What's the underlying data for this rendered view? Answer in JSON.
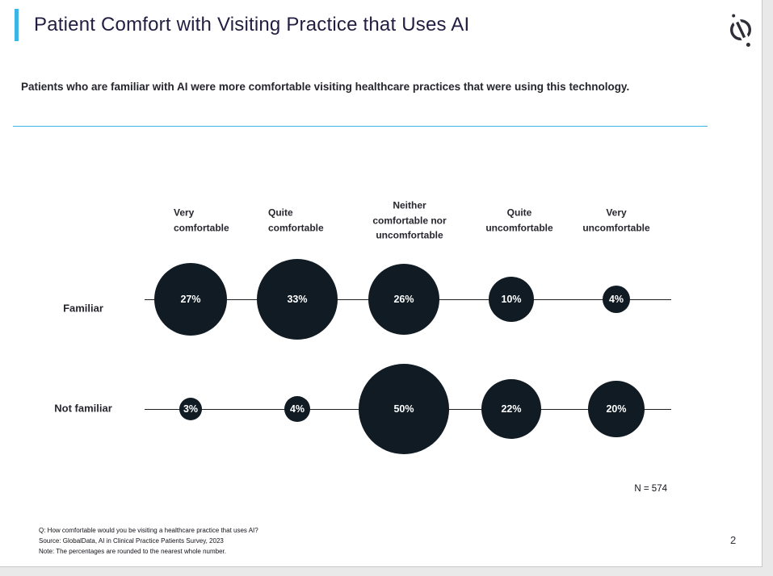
{
  "page": {
    "title": "Patient Comfort with Visiting Practice that Uses AI",
    "subtitle": "Patients who are familiar with AI were more comfortable visiting healthcare practices that were using this technology.",
    "sample_size": "N = 574",
    "footnotes": [
      "Q: How comfortable would you be visiting a healthcare practice that uses AI?",
      "Source: GlobalData, AI in Clinical Practice Patients Survey, 2023",
      "Note: The percentages are rounded to the nearest whole number."
    ],
    "page_number": "2",
    "logo_icon": "globaldata-logo"
  },
  "colors": {
    "accent": "#3cb4e5",
    "bubble": "#101b23",
    "title": "#221e41",
    "text": "#26262e",
    "line": "#1f1f1f"
  },
  "chart_data": {
    "type": "bubble",
    "title": "Patient Comfort with Visiting Practice that Uses AI",
    "categories": [
      "Very comfortable",
      "Quite comfortable",
      "Neither comfortable nor uncomfortable",
      "Quite uncomfortable",
      "Very uncomfortable"
    ],
    "series": [
      {
        "name": "Familiar",
        "values": [
          27,
          33,
          26,
          10,
          4
        ]
      },
      {
        "name": "Not familiar",
        "values": [
          3,
          4,
          50,
          22,
          20
        ]
      }
    ],
    "value_suffix": "%",
    "note": "Bubble area encodes percentage; values sum to ~100% per row",
    "layout": {
      "grid": false,
      "legend": "row labels at left, category headers on top",
      "header_y": 273,
      "headers": [
        {
          "x": 215,
          "align": "left",
          "width": 95
        },
        {
          "x": 332,
          "align": "left",
          "width": 95
        },
        {
          "x": 507,
          "align": "center",
          "width": 112
        },
        {
          "x": 643,
          "align": "center",
          "width": 112
        },
        {
          "x": 763,
          "align": "center",
          "width": 112
        }
      ],
      "col_x": [
        236,
        368,
        500,
        633,
        763
      ],
      "rows": [
        {
          "line_y": 371,
          "label_y": 382,
          "scale": 8.7
        },
        {
          "line_y": 507,
          "label_y": 506,
          "scale": 7.85
        }
      ],
      "line_x1": 179,
      "line_x2": 831,
      "label_x": 103
    }
  }
}
